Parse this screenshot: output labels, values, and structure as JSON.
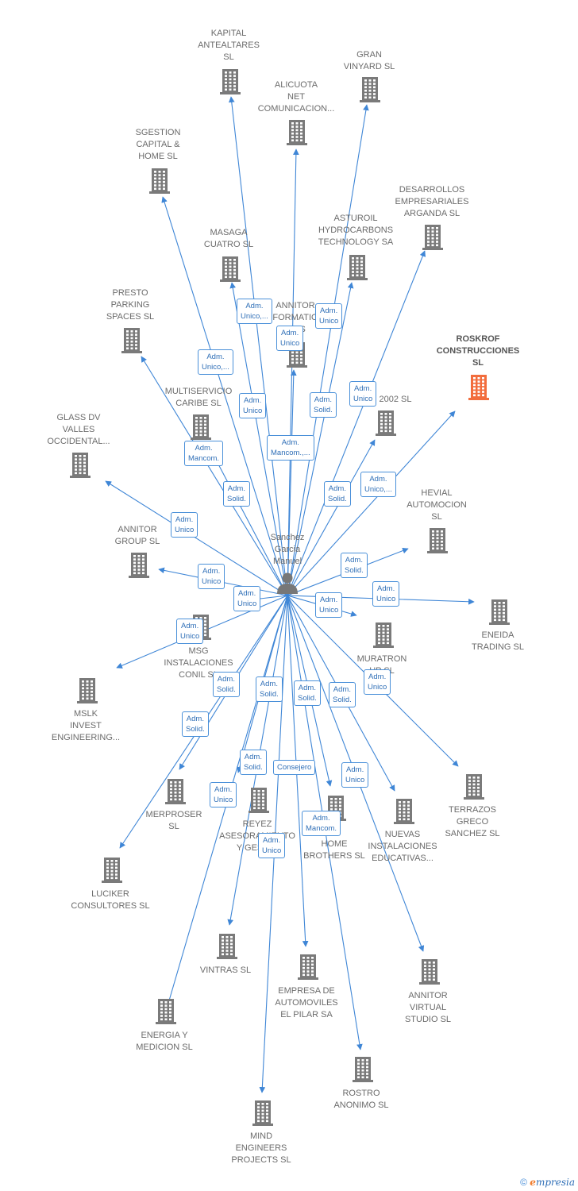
{
  "center": {
    "id": "person",
    "label": "Sanchez Garcia Manuel",
    "icon": "person-icon"
  },
  "colors": {
    "edge": "#3f86d6",
    "building": "#7a7a7a",
    "highlight": "#f26d3d",
    "badge_border": "#4a90d9"
  },
  "nodes": [
    {
      "id": "kapital",
      "label": "KAPITAL ANTEALTARES SL"
    },
    {
      "id": "gran",
      "label": "GRAN VINYARD SL"
    },
    {
      "id": "alicuota",
      "label": "ALICUOTA NET COMUNICACION..."
    },
    {
      "id": "sgestion",
      "label": "SGESTION CAPITAL & HOME SL"
    },
    {
      "id": "desarrollos",
      "label": "DESARROLLOS EMPRESARIALES ARGANDA SL"
    },
    {
      "id": "asturoil",
      "label": "ASTUROIL HYDROCARBONS TECHNOLOGY SA"
    },
    {
      "id": "masaga",
      "label": "MASAGA CUATRO SL"
    },
    {
      "id": "presto",
      "label": "PRESTO PARKING SPACES SL"
    },
    {
      "id": "annitorform",
      "label": "ANNITOR FORMATIO... ...EC...S"
    },
    {
      "id": "roskrof",
      "label": "ROSKROF CONSTRUCCIONES SL",
      "highlight": true
    },
    {
      "id": "multiservicio",
      "label": "MULTISERVICIO CARIBE SL"
    },
    {
      "id": "n2002",
      "label": "...2002 SL"
    },
    {
      "id": "glass",
      "label": "GLASS DV VALLES OCCIDENTAL..."
    },
    {
      "id": "hevial",
      "label": "HEVIAL AUTOMOCION SL"
    },
    {
      "id": "annitorgroup",
      "label": "ANNITOR GROUP SL"
    },
    {
      "id": "eneida",
      "label": "ENEIDA TRADING SL"
    },
    {
      "id": "msg",
      "label": "MSG INSTALACIONES CONIL SL"
    },
    {
      "id": "muratron",
      "label": "MURATRON ...UP SL"
    },
    {
      "id": "mslk",
      "label": "MSLK INVEST ENGINEERING..."
    },
    {
      "id": "terrazos",
      "label": "TERRAZOS GRECO SANCHEZ SL"
    },
    {
      "id": "merproser",
      "label": "MERPROSER SL"
    },
    {
      "id": "reyez",
      "label": "REYEZ ASESORAMIENTO Y GESTI..."
    },
    {
      "id": "home",
      "label": "... & HOME BROTHERS SL"
    },
    {
      "id": "nuevas",
      "label": "NUEVAS INSTALACIONES EDUCATIVAS..."
    },
    {
      "id": "luciker",
      "label": "LUCIKER CONSULTORES SL"
    },
    {
      "id": "vintras",
      "label": "VINTRAS SL"
    },
    {
      "id": "empresa",
      "label": "EMPRESA DE AUTOMOVILES EL PILAR SA"
    },
    {
      "id": "annitorvirtual",
      "label": "ANNITOR VIRTUAL STUDIO SL"
    },
    {
      "id": "energia",
      "label": "ENERGIA Y MEDICION SL"
    },
    {
      "id": "rostro",
      "label": "ROSTRO ANONIMO SL"
    },
    {
      "id": "mind",
      "label": "MIND ENGINEERS PROJECTS SL"
    }
  ],
  "relations": [
    {
      "target": "kapital",
      "label": "Adm. Unico,..."
    },
    {
      "target": "alicuota",
      "label": "Adm. Unico"
    },
    {
      "target": "gran",
      "label": "Adm. Unico"
    },
    {
      "target": "sgestion",
      "label": "Adm. Unico,..."
    },
    {
      "target": "masaga",
      "label": "Adm. Unico"
    },
    {
      "target": "asturoil",
      "label": "Adm. Solid."
    },
    {
      "target": "desarrollos",
      "label": "Adm. Unico"
    },
    {
      "target": "presto",
      "label": "Adm. Mancom."
    },
    {
      "target": "annitorform",
      "label": "Adm. Mancom.,..."
    },
    {
      "target": "multiservicio",
      "label": "Adm. Solid."
    },
    {
      "target": "n2002",
      "label": "Adm. Solid."
    },
    {
      "target": "roskrof",
      "label": "Adm. Unico,..."
    },
    {
      "target": "glass",
      "label": "Adm. Unico"
    },
    {
      "target": "hevial",
      "label": "Adm. Solid."
    },
    {
      "target": "annitorgroup",
      "label": "Adm. Unico"
    },
    {
      "target": "eneida",
      "label": "Adm. Unico"
    },
    {
      "target": "msg",
      "label": "Adm. Unico"
    },
    {
      "target": "muratron",
      "label": "Adm. Unico"
    },
    {
      "target": "mslk",
      "label": "Adm. Unico"
    },
    {
      "target": "merproser",
      "label": "Adm. Solid."
    },
    {
      "target": "reyez",
      "label": "Adm. Solid."
    },
    {
      "target": "home",
      "label": "Adm. Solid."
    },
    {
      "target": "nuevas",
      "label": "Adm. Solid."
    },
    {
      "target": "terrazos",
      "label": "Adm. Unico"
    },
    {
      "target": "luciker",
      "label": "Adm. Solid."
    },
    {
      "target": "vintras",
      "label": "Adm. Solid."
    },
    {
      "target": "empresa",
      "label": "Consejero"
    },
    {
      "target": "annitorvirtual",
      "label": "Adm. Unico"
    },
    {
      "target": "energia",
      "label": "Adm. Unico"
    },
    {
      "target": "rostro",
      "label": "Adm. Mancom."
    },
    {
      "target": "mind",
      "label": "Adm. Unico"
    }
  ],
  "footer": {
    "copyright": "©",
    "brand_initial": "e",
    "brand_rest": "mpresia"
  }
}
